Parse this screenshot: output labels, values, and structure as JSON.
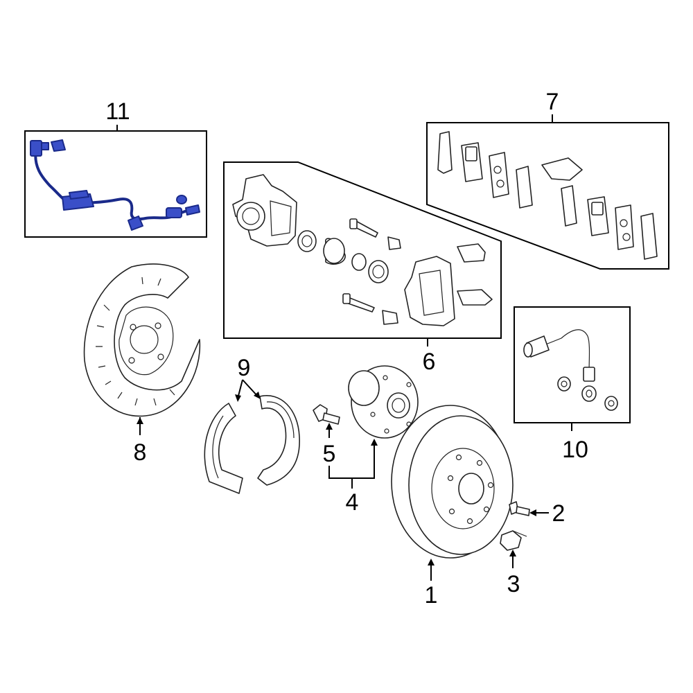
{
  "diagram": {
    "callouts": [
      {
        "id": "1",
        "text": "1"
      },
      {
        "id": "2",
        "text": "2"
      },
      {
        "id": "3",
        "text": "3"
      },
      {
        "id": "4",
        "text": "4"
      },
      {
        "id": "5",
        "text": "5"
      },
      {
        "id": "6",
        "text": "6"
      },
      {
        "id": "7",
        "text": "7"
      },
      {
        "id": "8",
        "text": "8"
      },
      {
        "id": "9",
        "text": "9"
      },
      {
        "id": "10",
        "text": "10"
      },
      {
        "id": "11",
        "text": "11"
      }
    ],
    "colors": {
      "line": "#000000",
      "highlight": "#3a4fc8",
      "highlight_stroke": "#1a2a8a",
      "background": "#ffffff"
    },
    "parts": [
      {
        "callout": "1",
        "icon": "brake-rotor-icon"
      },
      {
        "callout": "2",
        "icon": "wheel-stud-icon"
      },
      {
        "callout": "3",
        "icon": "lug-nut-icon"
      },
      {
        "callout": "4",
        "icon": "hub-assembly-icon"
      },
      {
        "callout": "5",
        "icon": "hub-bolt-icon"
      },
      {
        "callout": "6",
        "icon": "caliper-assembly-icon"
      },
      {
        "callout": "7",
        "icon": "brake-pads-icon"
      },
      {
        "callout": "8",
        "icon": "dust-shield-icon"
      },
      {
        "callout": "9",
        "icon": "parking-brake-shoes-icon"
      },
      {
        "callout": "10",
        "icon": "brake-hose-icon"
      },
      {
        "callout": "11",
        "icon": "abs-sensor-icon",
        "highlighted": true
      }
    ]
  }
}
